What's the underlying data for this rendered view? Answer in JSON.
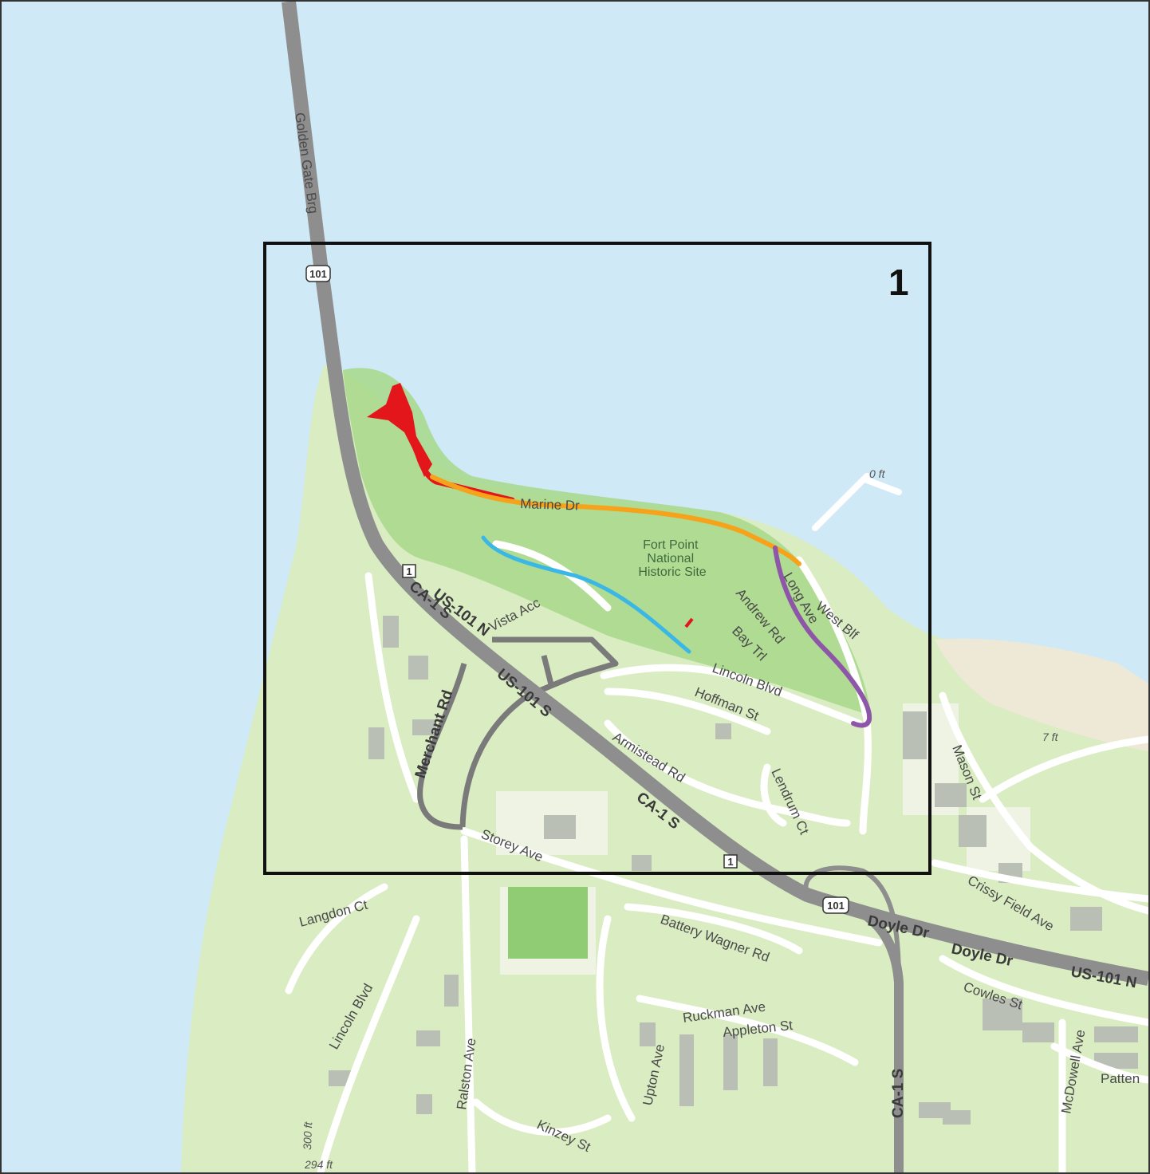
{
  "map": {
    "frame_label": "1",
    "park_label": [
      "Fort Point",
      "National",
      "Historic Site"
    ],
    "roads": {
      "golden_gate": "Golden Gate Brg",
      "us101n": "US-101 N",
      "us101s": "US-101 S",
      "ca1s_a": "CA-1 S",
      "ca1s_b": "CA-1 S",
      "ca1s_c": "CA-1 S",
      "vista": "Vista Acc",
      "merchant": "Merchant Rd",
      "lincoln": "Lincoln Blvd",
      "lincoln_sw": "Lincoln Blvd",
      "hoffman": "Hoffman St",
      "armistead": "Armistead Rd",
      "lendrum": "Lendrum Ct",
      "andrew": "Andrew Rd",
      "bay_trl": "Bay Trl",
      "long_ave": "Long Ave",
      "west_blf": "West Blf",
      "marine": "Marine Dr",
      "mason": "Mason St",
      "crissy": "Crissy Field Ave",
      "doyle1": "Doyle Dr",
      "doyle2": "Doyle Dr",
      "us101n_east": "US-101 N",
      "storey": "Storey Ave",
      "langdon": "Langdon Ct",
      "battery": "Battery Wagner Rd",
      "ruckman": "Ruckman Ave",
      "appleton": "Appleton St",
      "cowles": "Cowles St",
      "mcdowell": "McDowell Ave",
      "patten": "Patten",
      "ralston": "Ralston Ave",
      "upton": "Upton Ave",
      "kinzey": "Kinzey St"
    },
    "shields": {
      "us101_top": "101",
      "us101_bottom": "101",
      "ca1_top": "1",
      "ca1_bottom": "1"
    },
    "elevations": {
      "pier": "0 ft",
      "seven": "7 ft",
      "contour300": "300 ft",
      "spot294": "294 ft"
    },
    "colors": {
      "water": "#cfe9f7",
      "land": "#d9ecc2",
      "park": "#a7d88a",
      "trail_red": "#e3161b",
      "trail_orange": "#f6a21a",
      "trail_blue": "#3bb7e6",
      "trail_purple": "#8d56a8",
      "highway": "#8e8e8e",
      "road": "#ffffff"
    }
  }
}
